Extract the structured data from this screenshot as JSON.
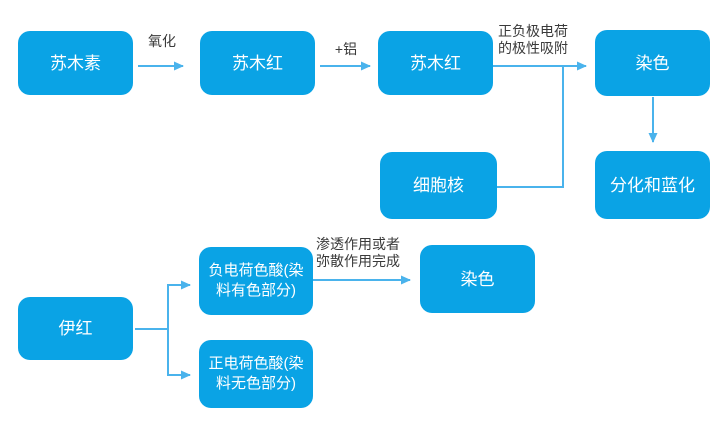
{
  "diagram": {
    "type": "flowchart",
    "topic": "HE staining mechanism (hematoxylin-eosin)",
    "colors": {
      "node_fill": "#0AA3E5",
      "node_text": "#FFFFFF",
      "connector": "#4AB3EC",
      "edge_label_text": "#3A3A3A",
      "background": "#FFFFFF"
    },
    "nodes": [
      {
        "id": "hematoxylin",
        "label": "苏木素"
      },
      {
        "id": "hematein-1",
        "label": "苏木红"
      },
      {
        "id": "hematein-2",
        "label": "苏木红"
      },
      {
        "id": "staining-top",
        "label": "染色"
      },
      {
        "id": "nucleus",
        "label": "细胞核"
      },
      {
        "id": "differentiation-bluing",
        "label": "分化和蓝化"
      },
      {
        "id": "eosin",
        "label": "伊红"
      },
      {
        "id": "negative-charge-acid",
        "label": "负电荷色酸(染\n料有色部分)"
      },
      {
        "id": "positive-charge-acid",
        "label": "正电荷色酸(染\n料无色部分)"
      },
      {
        "id": "staining-bottom",
        "label": "染色"
      }
    ],
    "edge_labels": [
      {
        "id": "oxidation",
        "label": "氧化"
      },
      {
        "id": "add-aluminum",
        "label": "+铝"
      },
      {
        "id": "polar-adsorption",
        "label": "正负极电荷\n的极性吸附"
      },
      {
        "id": "permeation",
        "label": "渗透作用或者\n弥散作用完成"
      }
    ]
  }
}
